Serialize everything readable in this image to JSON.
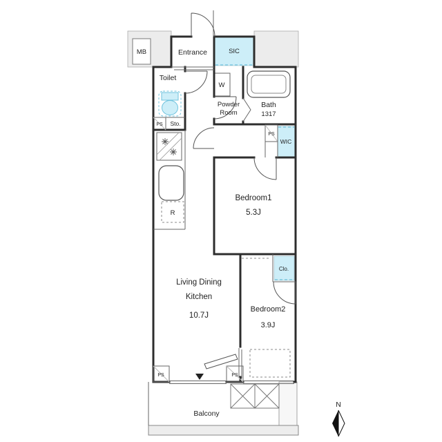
{
  "labels": {
    "mb": "MB",
    "entrance": "Entrance",
    "sic": "SIC",
    "toilet": "Toilet",
    "ps_toilet": "PS",
    "sto": "Sto.",
    "washer": "W",
    "powder_1": "Powder",
    "powder_2": "Room",
    "bath": "Bath",
    "bath_size": "1317",
    "ps_right": "PS",
    "wic": "WIC",
    "bedroom1": "Bedroom1",
    "bedroom1_size": "5.3J",
    "fridge": "R",
    "ldk_1": "Living Dining",
    "ldk_2": "Kitchen",
    "ldk_size": "10.7J",
    "clo": "Clo.",
    "bedroom2": "Bedroom2",
    "bedroom2_size": "3.9J",
    "ps_bottom_left": "PS",
    "ps_bottom_center": "PS",
    "balcony": "Balcony",
    "compass_north": "N"
  },
  "colors": {
    "closet_blue": "#cdeef8",
    "fixture_blue_stroke": "#6fc3de",
    "wall": "#2d2d2d",
    "common_area_gray": "#ececec"
  }
}
